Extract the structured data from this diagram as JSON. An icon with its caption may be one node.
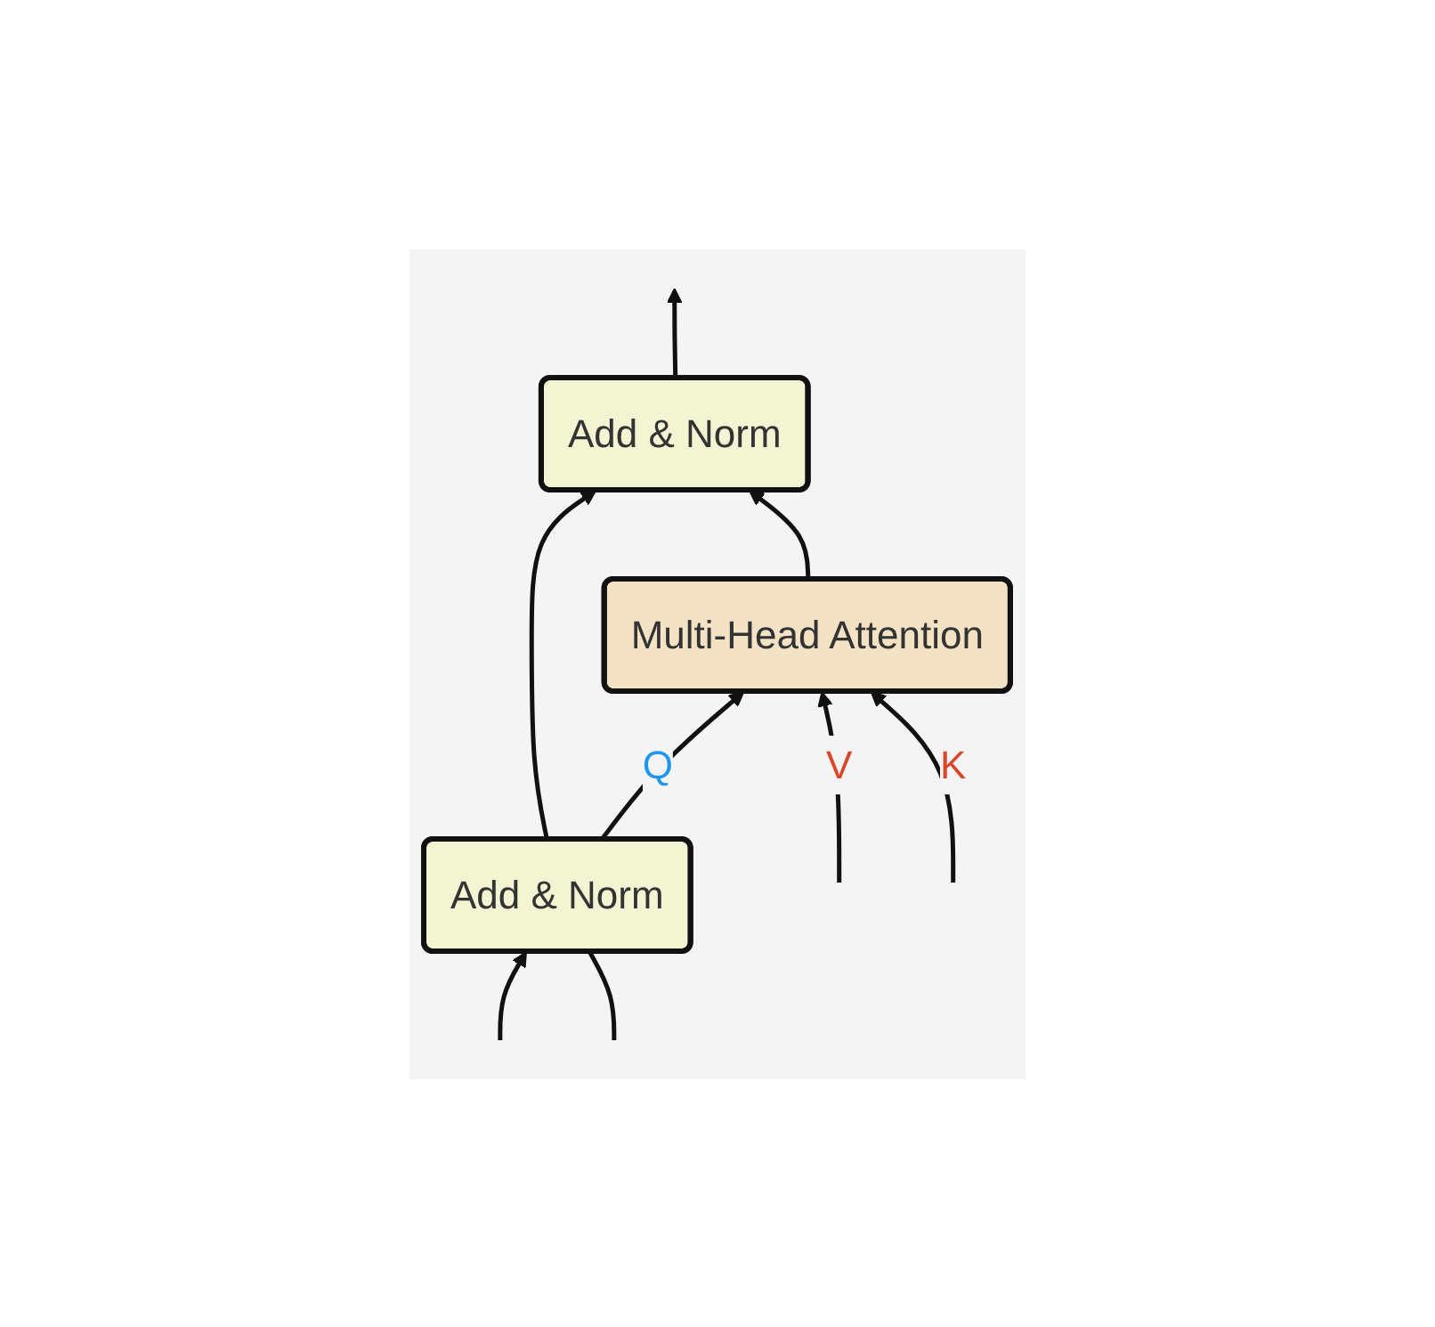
{
  "diagram": {
    "nodes": [
      {
        "text": [
          "Add & Norm"
        ]
      },
      {
        "text": [
          "Multi-Head Attention"
        ]
      },
      {
        "text": [
          "Add & Norm"
        ]
      }
    ],
    "edges": [
      {
        "from": 2,
        "to": 1,
        "arrow": "to",
        "label": "Q"
      },
      {
        "from": null,
        "to": 1,
        "arrow": "to",
        "label": "V"
      },
      {
        "from": null,
        "to": 1,
        "arrow": "to",
        "label": "K"
      },
      {
        "from": 2,
        "to": 0,
        "arrow": "to"
      },
      {
        "from": 1,
        "to": 0,
        "arrow": "to"
      },
      {
        "from": 0,
        "to": null,
        "arrow": "to"
      },
      {
        "from": null,
        "to": 2,
        "arrow": "to"
      },
      {
        "from": null,
        "to": 2,
        "arrow": "none"
      }
    ]
  }
}
